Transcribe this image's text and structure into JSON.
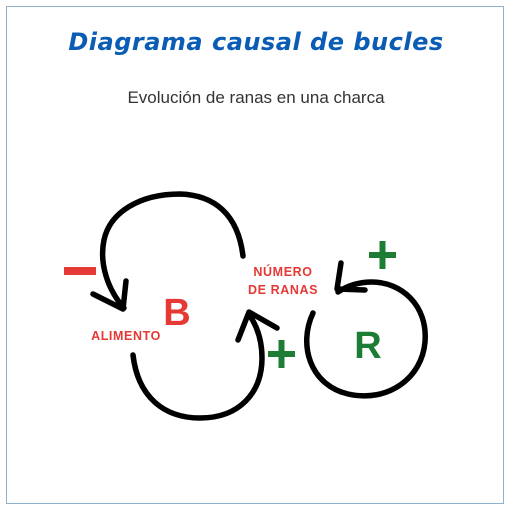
{
  "title": "Diagrama causal de bucles",
  "subtitle": "Evolución de ranas en una charca",
  "nodes": {
    "food": "ALIMENTO",
    "frogs_line1": "NÚMERO",
    "frogs_line2": "DE RANAS"
  },
  "loops": {
    "balancing": "B",
    "reinforcing": "R"
  },
  "polarity": {
    "negative": "—",
    "positive_feedback": "+",
    "positive_self": "+"
  },
  "colors": {
    "title": "#0a5cb5",
    "node_label": "#e53935",
    "balancing": "#e53935",
    "reinforcing": "#1e7d34",
    "negative": "#e53935",
    "positive": "#1e7d34",
    "arrow": "#000000"
  }
}
